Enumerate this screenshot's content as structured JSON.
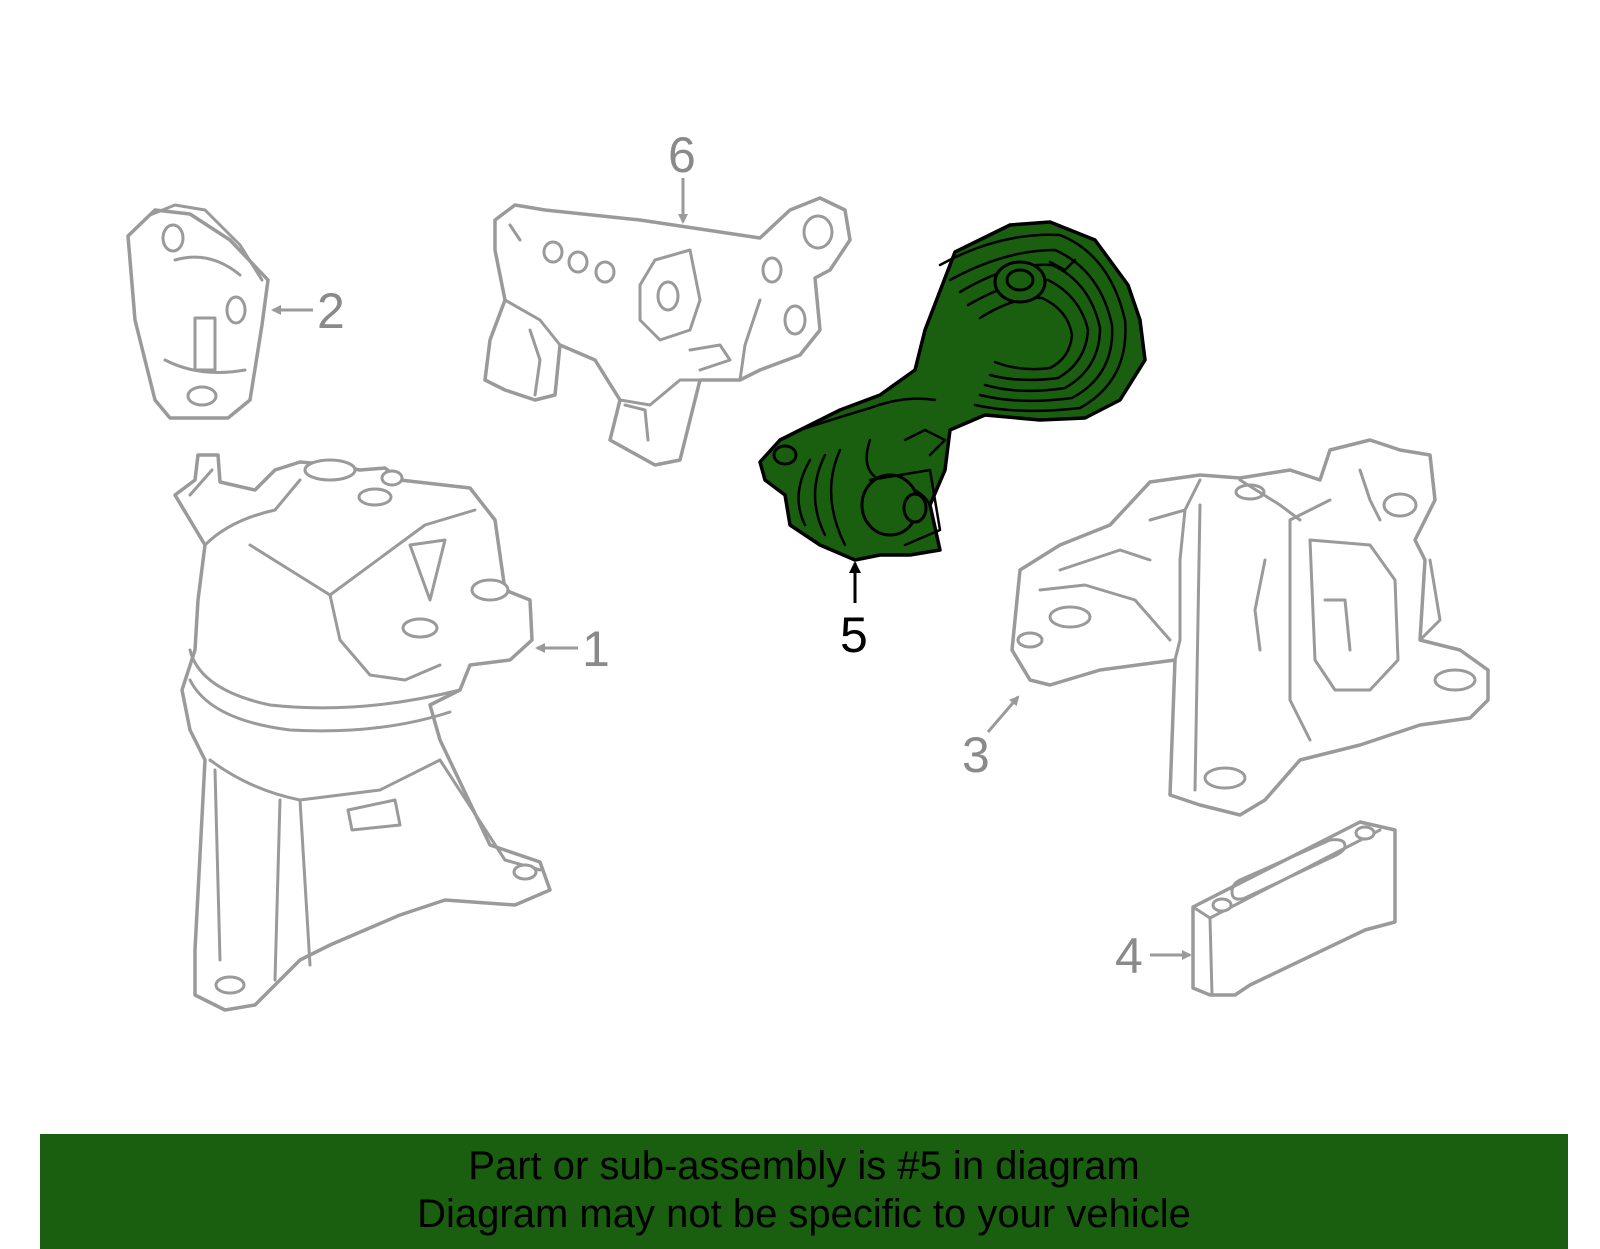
{
  "callouts": {
    "part1": "1",
    "part2": "2",
    "part3": "3",
    "part4": "4",
    "part5": "5",
    "part6": "6"
  },
  "highlight_color": "#1a5e0f",
  "banner": {
    "line1": "Part or sub-assembly is #5 in diagram",
    "line2": "Diagram may not be specific to your vehicle"
  }
}
